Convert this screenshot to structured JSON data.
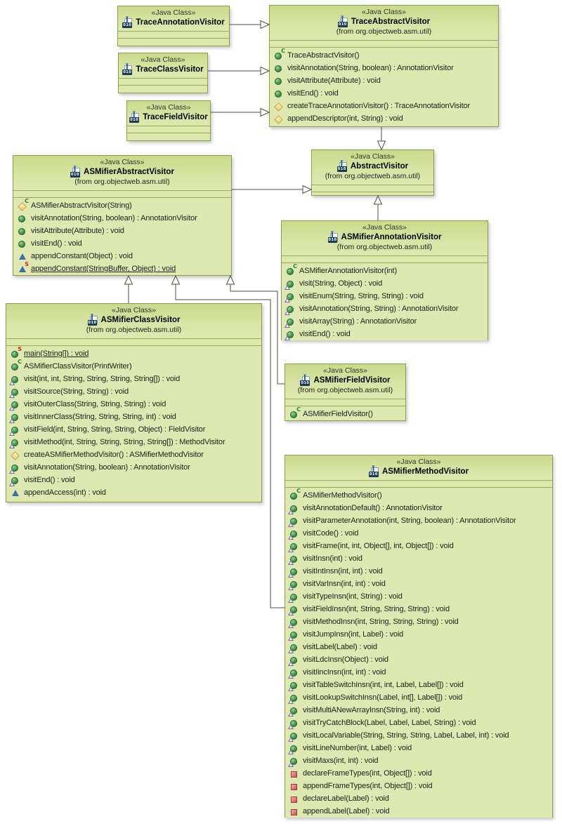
{
  "palette": {
    "box_fill": "#dce8ac",
    "box_header_top": "#c9da8b",
    "box_border": "#8e9c49",
    "connector_line": "#4c4c46",
    "text": "#1e1e1e"
  },
  "icons": {
    "java-class-icon": "J-010 class file icon",
    "public-method-icon": "green sphere",
    "protected-method-icon": "yellow diamond",
    "package-method-icon": "blue triangle",
    "private-method-icon": "red square",
    "constructor-marker": "C",
    "static-marker": "S",
    "override-marker": "small purple triangle"
  },
  "classes": [
    {
      "id": "TraceAnnotationVisitor",
      "stereotype": "«Java Class»",
      "name": "TraceAnnotationVisitor",
      "from": "",
      "methods": []
    },
    {
      "id": "TraceClassVisitor",
      "stereotype": "«Java Class»",
      "name": "TraceClassVisitor",
      "from": "",
      "methods": []
    },
    {
      "id": "TraceFieldVisitor",
      "stereotype": "«Java Class»",
      "name": "TraceFieldVisitor",
      "from": "",
      "methods": []
    },
    {
      "id": "TraceAbstractVisitor",
      "stereotype": "«Java Class»",
      "name": "TraceAbstractVisitor",
      "from": "(from org.objectweb.asm.util)",
      "methods": [
        {
          "vis": "ctor",
          "label": "TraceAbstractVisitor()"
        },
        {
          "vis": "public",
          "label": "visitAnnotation(String, boolean) : AnnotationVisitor"
        },
        {
          "vis": "public",
          "label": "visitAttribute(Attribute) : void"
        },
        {
          "vis": "public",
          "label": "visitEnd() : void"
        },
        {
          "vis": "prot",
          "label": "createTraceAnnotationVisitor() : TraceAnnotationVisitor"
        },
        {
          "vis": "prot",
          "label": "appendDescriptor(int, String) : void"
        }
      ]
    },
    {
      "id": "ASMifierAbstractVisitor",
      "stereotype": "«Java Class»",
      "name": "ASMifierAbstractVisitor",
      "from": "(from org.objectweb.asm.util)",
      "methods": [
        {
          "vis": "prot-ctor",
          "label": "ASMifierAbstractVisitor(String)"
        },
        {
          "vis": "public",
          "label": "visitAnnotation(String, boolean) : AnnotationVisitor"
        },
        {
          "vis": "public",
          "label": "visitAttribute(Attribute) : void"
        },
        {
          "vis": "public",
          "label": "visitEnd() : void"
        },
        {
          "vis": "pkg",
          "label": "appendConstant(Object) : void"
        },
        {
          "vis": "pkg-s",
          "label": "appendConstant(StringBuffer, Object) : void"
        }
      ]
    },
    {
      "id": "AbstractVisitor",
      "stereotype": "«Java Class»",
      "name": "AbstractVisitor",
      "from": "(from org.objectweb.asm.util)",
      "methods": []
    },
    {
      "id": "ASMifierAnnotationVisitor",
      "stereotype": "«Java Class»",
      "name": "ASMifierAnnotationVisitor",
      "from": "(from org.objectweb.asm.util)",
      "methods": [
        {
          "vis": "ctor",
          "label": "ASMifierAnnotationVisitor(int)"
        },
        {
          "vis": "public-ov",
          "label": "visit(String, Object) : void"
        },
        {
          "vis": "public-ov",
          "label": "visitEnum(String, String, String) : void"
        },
        {
          "vis": "public-ov",
          "label": "visitAnnotation(String, String) : AnnotationVisitor"
        },
        {
          "vis": "public-ov",
          "label": "visitArray(String) : AnnotationVisitor"
        },
        {
          "vis": "public-ov",
          "label": "visitEnd() : void"
        }
      ]
    },
    {
      "id": "ASMifierClassVisitor",
      "stereotype": "«Java Class»",
      "name": "ASMifierClassVisitor",
      "from": "(from org.objectweb.asm.util)",
      "methods": [
        {
          "vis": "pub-s",
          "label": "main(String[]) : void"
        },
        {
          "vis": "ctor",
          "label": "ASMifierClassVisitor(PrintWriter)"
        },
        {
          "vis": "public-ov",
          "label": "visit(int, int, String, String, String, String[]) : void"
        },
        {
          "vis": "public-ov",
          "label": "visitSource(String, String) : void"
        },
        {
          "vis": "public-ov",
          "label": "visitOuterClass(String, String, String) : void"
        },
        {
          "vis": "public-ov",
          "label": "visitInnerClass(String, String, String, int) : void"
        },
        {
          "vis": "public-ov",
          "label": "visitField(int, String, String, String, Object) : FieldVisitor"
        },
        {
          "vis": "public-ov",
          "label": "visitMethod(int, String, String, String, String[]) : MethodVisitor"
        },
        {
          "vis": "prot",
          "label": "createASMifierMethodVisitor() : ASMifierMethodVisitor"
        },
        {
          "vis": "public-ov",
          "label": "visitAnnotation(String, boolean) : AnnotationVisitor"
        },
        {
          "vis": "public-ov",
          "label": "visitEnd() : void"
        },
        {
          "vis": "pkg",
          "label": "appendAccess(int) : void"
        }
      ]
    },
    {
      "id": "ASMifierFieldVisitor",
      "stereotype": "«Java Class»",
      "name": "ASMifierFieldVisitor",
      "from": "(from org.objectweb.asm.util)",
      "methods": [
        {
          "vis": "ctor",
          "label": "ASMifierFieldVisitor()"
        }
      ]
    },
    {
      "id": "ASMifierMethodVisitor",
      "stereotype": "«Java Class»",
      "name": "ASMifierMethodVisitor",
      "from": "",
      "methods": [
        {
          "vis": "ctor",
          "label": "ASMifierMethodVisitor()"
        },
        {
          "vis": "public-ov",
          "label": "visitAnnotationDefault() : AnnotationVisitor"
        },
        {
          "vis": "public-ov",
          "label": "visitParameterAnnotation(int, String, boolean) : AnnotationVisitor"
        },
        {
          "vis": "public-ov",
          "label": "visitCode() : void"
        },
        {
          "vis": "public-ov",
          "label": "visitFrame(int, int, Object[], int, Object[]) : void"
        },
        {
          "vis": "public-ov",
          "label": "visitInsn(int) : void"
        },
        {
          "vis": "public-ov",
          "label": "visitIntInsn(int, int) : void"
        },
        {
          "vis": "public-ov",
          "label": "visitVarInsn(int, int) : void"
        },
        {
          "vis": "public-ov",
          "label": "visitTypeInsn(int, String) : void"
        },
        {
          "vis": "public-ov",
          "label": "visitFieldInsn(int, String, String, String) : void"
        },
        {
          "vis": "public-ov",
          "label": "visitMethodInsn(int, String, String, String) : void"
        },
        {
          "vis": "public-ov",
          "label": "visitJumpInsn(int, Label) : void"
        },
        {
          "vis": "public-ov",
          "label": "visitLabel(Label) : void"
        },
        {
          "vis": "public-ov",
          "label": "visitLdcInsn(Object) : void"
        },
        {
          "vis": "public-ov",
          "label": "visitIincInsn(int, int) : void"
        },
        {
          "vis": "public-ov",
          "label": "visitTableSwitchInsn(int, int, Label, Label[]) : void"
        },
        {
          "vis": "public-ov",
          "label": "visitLookupSwitchInsn(Label, int[], Label[]) : void"
        },
        {
          "vis": "public-ov",
          "label": "visitMultiANewArrayInsn(String, int) : void"
        },
        {
          "vis": "public-ov",
          "label": "visitTryCatchBlock(Label, Label, Label, String) : void"
        },
        {
          "vis": "public-ov",
          "label": "visitLocalVariable(String, String, String, Label, Label, int) : void"
        },
        {
          "vis": "public-ov",
          "label": "visitLineNumber(int, Label) : void"
        },
        {
          "vis": "public-ov",
          "label": "visitMaxs(int, int) : void"
        },
        {
          "vis": "priv",
          "label": "declareFrameTypes(int, Object[]) : void"
        },
        {
          "vis": "priv",
          "label": "appendFrameTypes(int, Object[]) : void"
        },
        {
          "vis": "priv",
          "label": "declareLabel(Label) : void"
        },
        {
          "vis": "priv",
          "label": "appendLabel(Label) : void"
        }
      ]
    }
  ],
  "connections": [
    {
      "from": "TraceAnnotationVisitor",
      "to": "TraceAbstractVisitor",
      "type": "generalization"
    },
    {
      "from": "TraceClassVisitor",
      "to": "TraceAbstractVisitor",
      "type": "generalization"
    },
    {
      "from": "TraceFieldVisitor",
      "to": "TraceAbstractVisitor",
      "type": "generalization"
    },
    {
      "from": "TraceAbstractVisitor",
      "to": "AbstractVisitor",
      "type": "generalization"
    },
    {
      "from": "ASMifierAbstractVisitor",
      "to": "AbstractVisitor",
      "type": "generalization"
    },
    {
      "from": "ASMifierAnnotationVisitor",
      "to": "AbstractVisitor",
      "type": "generalization"
    },
    {
      "from": "ASMifierClassVisitor",
      "to": "ASMifierAbstractVisitor",
      "type": "generalization"
    },
    {
      "from": "ASMifierMethodVisitor",
      "to": "ASMifierAbstractVisitor",
      "type": "generalization"
    },
    {
      "from": "ASMifierFieldVisitor",
      "to": "ASMifierAbstractVisitor",
      "type": "generalization"
    }
  ]
}
